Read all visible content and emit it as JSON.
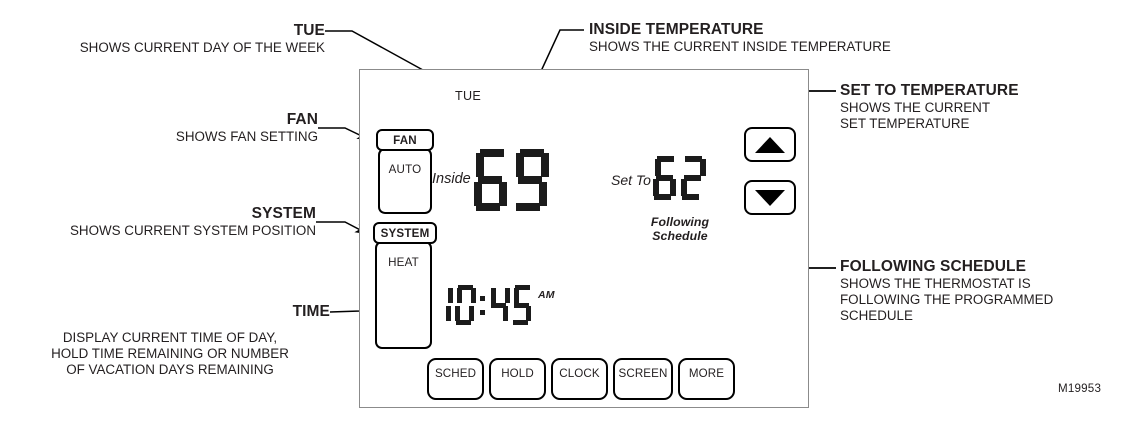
{
  "figure": {
    "part_number": "M19953"
  },
  "callouts": [
    {
      "id": "tue",
      "title": "TUE",
      "desc": "SHOWS CURRENT DAY OF THE WEEK"
    },
    {
      "id": "inside-temperature",
      "title": "INSIDE TEMPERATURE",
      "desc": "SHOWS THE CURRENT INSIDE TEMPERATURE"
    },
    {
      "id": "set-to-temperature",
      "title": "SET TO TEMPERATURE",
      "desc_line1": "SHOWS THE CURRENT",
      "desc_line2": "SET TEMPERATURE"
    },
    {
      "id": "fan",
      "title": "FAN",
      "desc": "SHOWS FAN SETTING"
    },
    {
      "id": "system",
      "title": "SYSTEM",
      "desc": "SHOWS CURRENT SYSTEM POSITION"
    },
    {
      "id": "following-schedule",
      "title": "FOLLOWING SCHEDULE",
      "desc_line1": "SHOWS THE THERMOSTAT IS",
      "desc_line2": "FOLLOWING THE PROGRAMMED",
      "desc_line3": "SCHEDULE"
    },
    {
      "id": "time",
      "title": "TIME",
      "desc_line1": "DISPLAY CURRENT TIME OF DAY,",
      "desc_line2": "HOLD TIME REMAINING OR NUMBER",
      "desc_line3": "OF VACATION DAYS REMAINING"
    }
  ],
  "thermostat": {
    "day": "TUE",
    "fan_switch": {
      "tab_label": "FAN",
      "value": "AUTO"
    },
    "system_switch": {
      "tab_label": "SYSTEM",
      "value": "HEAT"
    },
    "inside": {
      "label": "Inside",
      "value": "69"
    },
    "set_to": {
      "label": "Set To",
      "value": "62"
    },
    "clock": {
      "value": "10:45",
      "meridiem": "AM"
    },
    "status": {
      "line1": "Following",
      "line2": "Schedule"
    },
    "arrows": {
      "up_label": "up-arrow",
      "down_label": "down-arrow"
    },
    "function_keys": [
      "SCHED",
      "HOLD",
      "CLOCK",
      "SCREEN",
      "MORE"
    ]
  },
  "colors": {
    "ink": "#231f20",
    "segment": "#1b1b1b",
    "panel_border": "#8b8b8b"
  }
}
